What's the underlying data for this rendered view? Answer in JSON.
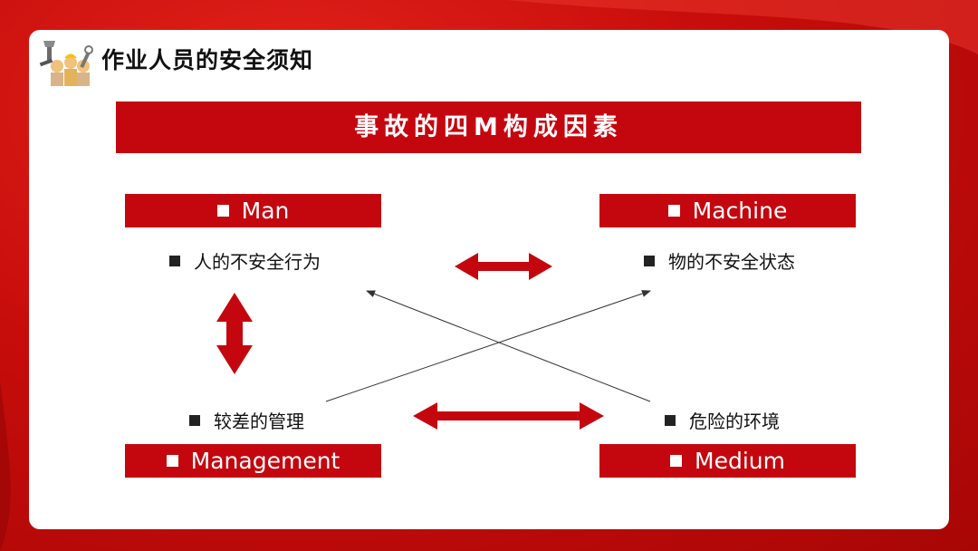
{
  "header": {
    "title": "作业人员的安全须知"
  },
  "banner": {
    "title": "事故的四M构成因素"
  },
  "factors": {
    "man": {
      "label": "Man",
      "item": "人的不安全行为"
    },
    "machine": {
      "label": "Machine",
      "item": "物的不安全状态"
    },
    "management": {
      "label": "Management",
      "item": "较差的管理"
    },
    "medium": {
      "label": "Medium",
      "item": "危险的环境"
    }
  },
  "colors": {
    "accent": "#c4070f",
    "background": "#c70d0b",
    "card": "#ffffff"
  },
  "icons": {
    "logo": "workers-with-tools-icon"
  }
}
